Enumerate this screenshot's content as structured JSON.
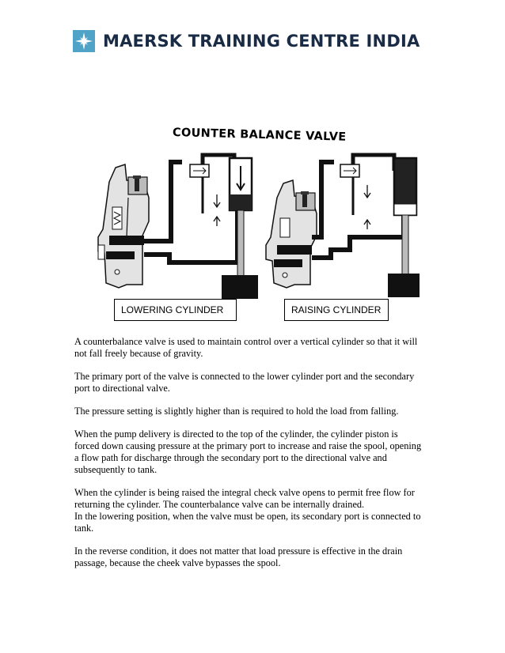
{
  "header": {
    "org_name": "MAERSK TRAINING CENTRE INDIA",
    "logo_icon": "star-icon",
    "logo_color": "#4fa3c7"
  },
  "figure": {
    "title": "COUNTER BALANCE VALVE",
    "captions": {
      "left": "LOWERING CYLINDER",
      "right": "RAISING CYLINDER"
    }
  },
  "body": {
    "paragraphs": [
      "A counterbalance valve is used to maintain control over a vertical cylinder so that it will\nnot fall freely because of gravity.",
      "The primary port of the valve is connected to the lower cylinder port and the secondary\nport to directional valve.",
      "The pressure setting is slightly higher than is required to hold the load from falling.",
      "When the pump delivery is directed to the top of the cylinder, the cylinder piston is\nforced down causing pressure at the primary port to increase and raise the spool, opening\na flow path for discharge through the secondary port to the directional valve and\nsubsequently to tank.",
      "When the cylinder is being raised the integral check valve opens to permit free flow for\nreturning the cylinder. The counterbalance valve can be internally drained.\nIn the lowering position, when the valve must be open, its secondary port is connected to\ntank.",
      "In the reverse condition, it does not matter that load pressure is effective in the drain\npassage, because the cheek valve bypasses the spool."
    ]
  }
}
